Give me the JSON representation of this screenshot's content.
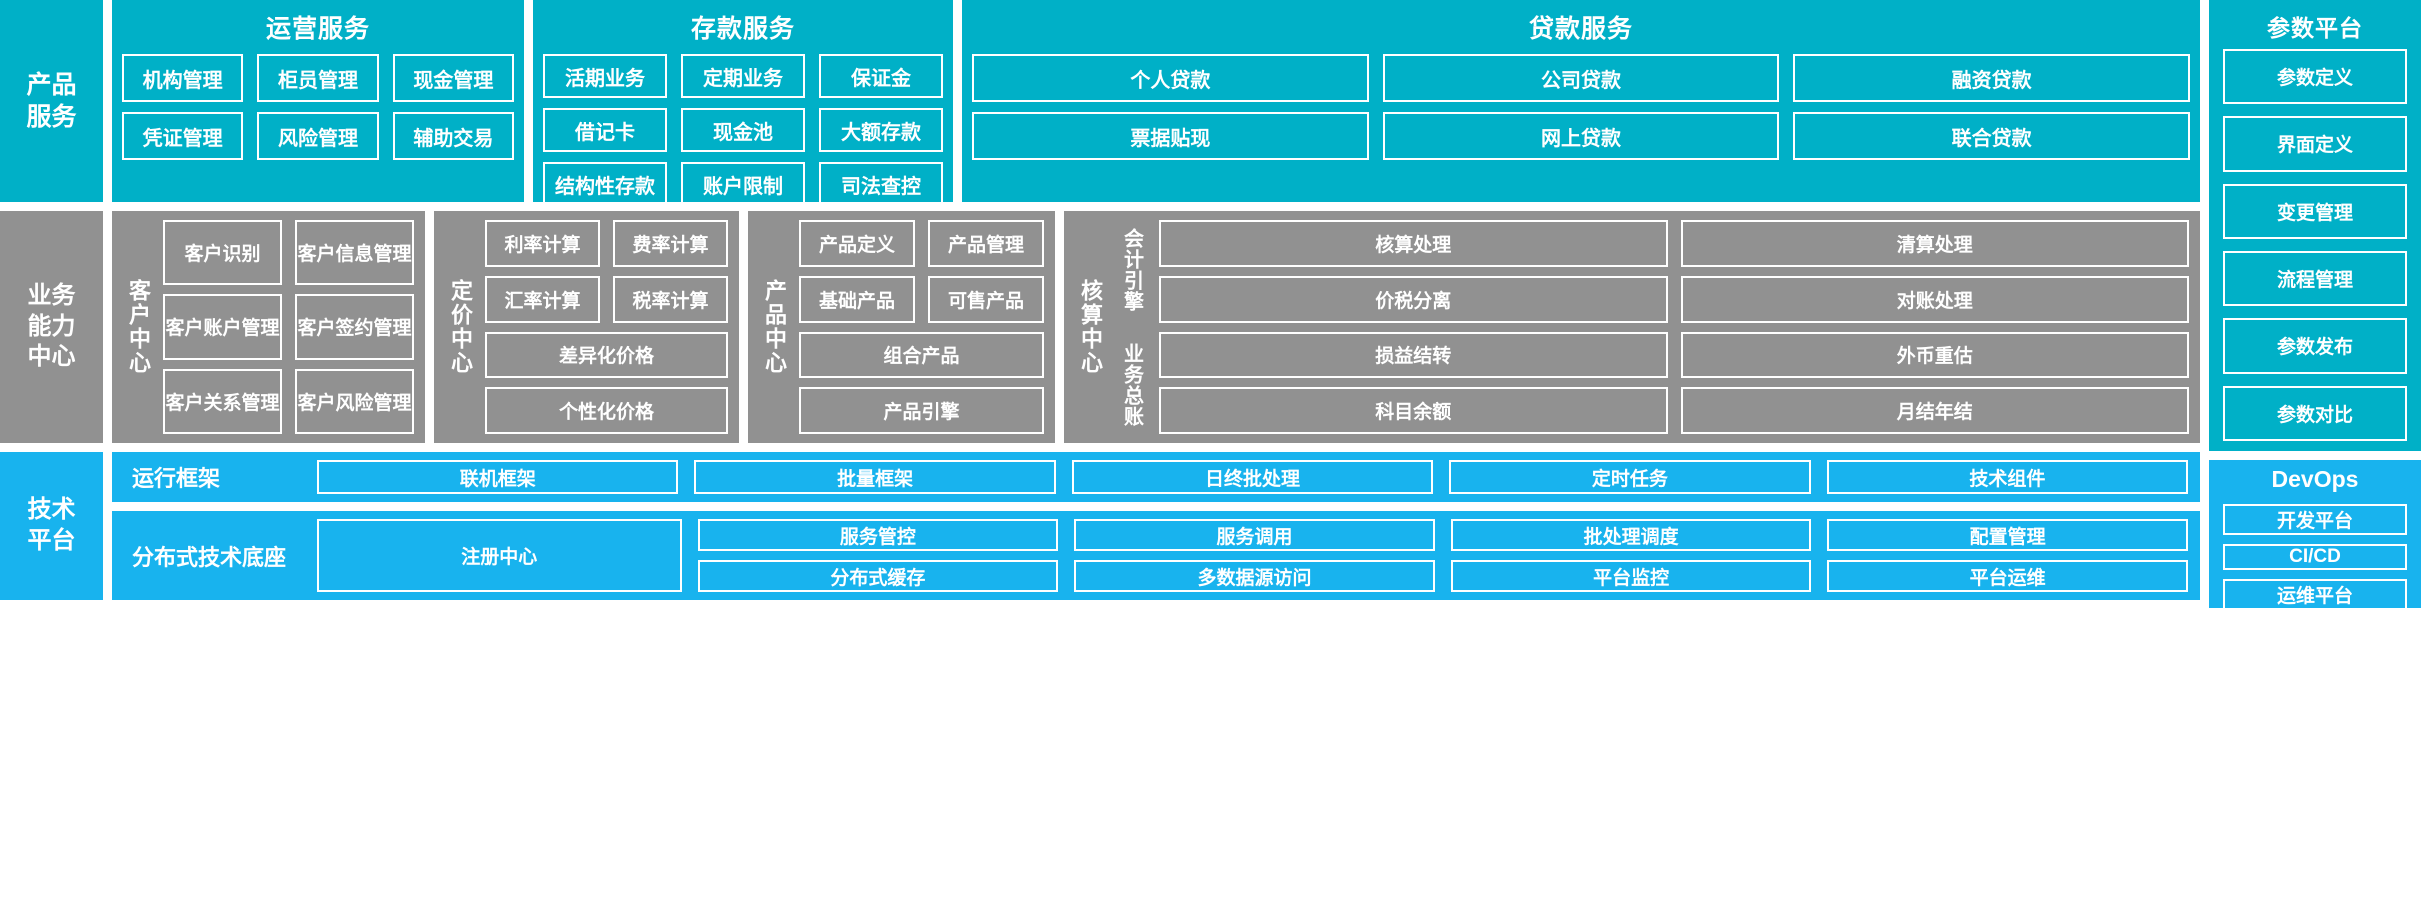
{
  "layers": {
    "product_service": "产品\n服务",
    "business_capability": "业务\n能力\n中心",
    "tech_platform": "技术\n平台"
  },
  "product_service": {
    "label_line1": "产品",
    "label_line2": "服务",
    "groups": [
      {
        "title": "运营服务",
        "items": [
          "机构管理",
          "柜员管理",
          "现金管理",
          "凭证管理",
          "风险管理",
          "辅助交易"
        ]
      },
      {
        "title": "存款服务",
        "items": [
          "活期业务",
          "定期业务",
          "保证金",
          "借记卡",
          "现金池",
          "大额存款",
          "结构性存款",
          "账户限制",
          "司法查控"
        ]
      },
      {
        "title": "贷款服务",
        "items": [
          "个人贷款",
          "公司贷款",
          "融资贷款",
          "票据贴现",
          "网上贷款",
          "联合贷款"
        ]
      }
    ]
  },
  "param_platform": {
    "title": "参数平台",
    "items": [
      "参数定义",
      "界面定义",
      "变更管理",
      "流程管理",
      "参数发布",
      "参数对比"
    ]
  },
  "business_capability": {
    "label_line1": "业务",
    "label_line2": "能力",
    "label_line3": "中心",
    "centers": [
      {
        "name": "客户中心",
        "rows": [
          [
            "客户识别",
            "客户信息管理"
          ],
          [
            "客户账户管理",
            "客户签约管理"
          ],
          [
            "客户关系管理",
            "客户风险管理"
          ]
        ]
      },
      {
        "name": "定价中心",
        "rows": [
          [
            "利率计算",
            "费率计算"
          ],
          [
            "汇率计算",
            "税率计算"
          ],
          [
            "差异化价格"
          ],
          [
            "个性化价格"
          ]
        ]
      },
      {
        "name": "产品中心",
        "rows": [
          [
            "产品定义",
            "产品管理"
          ],
          [
            "基础产品",
            "可售产品"
          ],
          [
            "组合产品"
          ],
          [
            "产品引擎"
          ]
        ]
      },
      {
        "name": "核算中心",
        "sub_label_1": "会计引擎",
        "sub_label_2": "业务总账",
        "rows_top": [
          [
            "核算处理",
            "清算处理"
          ],
          [
            "价税分离",
            "对账处理"
          ]
        ],
        "rows_bottom": [
          [
            "损益结转",
            "外币重估"
          ],
          [
            "科目余额",
            "月结年结"
          ]
        ]
      }
    ]
  },
  "tech_platform": {
    "label_line1": "技术",
    "label_line2": "平台",
    "bands": [
      {
        "name": "运行框架",
        "items": [
          "联机框架",
          "批量框架",
          "日终批处理",
          "定时任务",
          "技术组件"
        ]
      },
      {
        "name": "分布式技术底座",
        "big_item": "注册中心",
        "pairs": [
          [
            "服务管控",
            "分布式缓存"
          ],
          [
            "服务调用",
            "多数据源访问"
          ],
          [
            "批处理调度",
            "平台监控"
          ],
          [
            "配置管理",
            "平台运维"
          ]
        ]
      }
    ]
  },
  "devops": {
    "title": "DevOps",
    "items": [
      "开发平台",
      "CI/CD",
      "运维平台"
    ]
  },
  "colors": {
    "cyan": "#00b0c7",
    "gray": "#919191",
    "blue": "#18b3ee",
    "border": "#ffffff"
  }
}
